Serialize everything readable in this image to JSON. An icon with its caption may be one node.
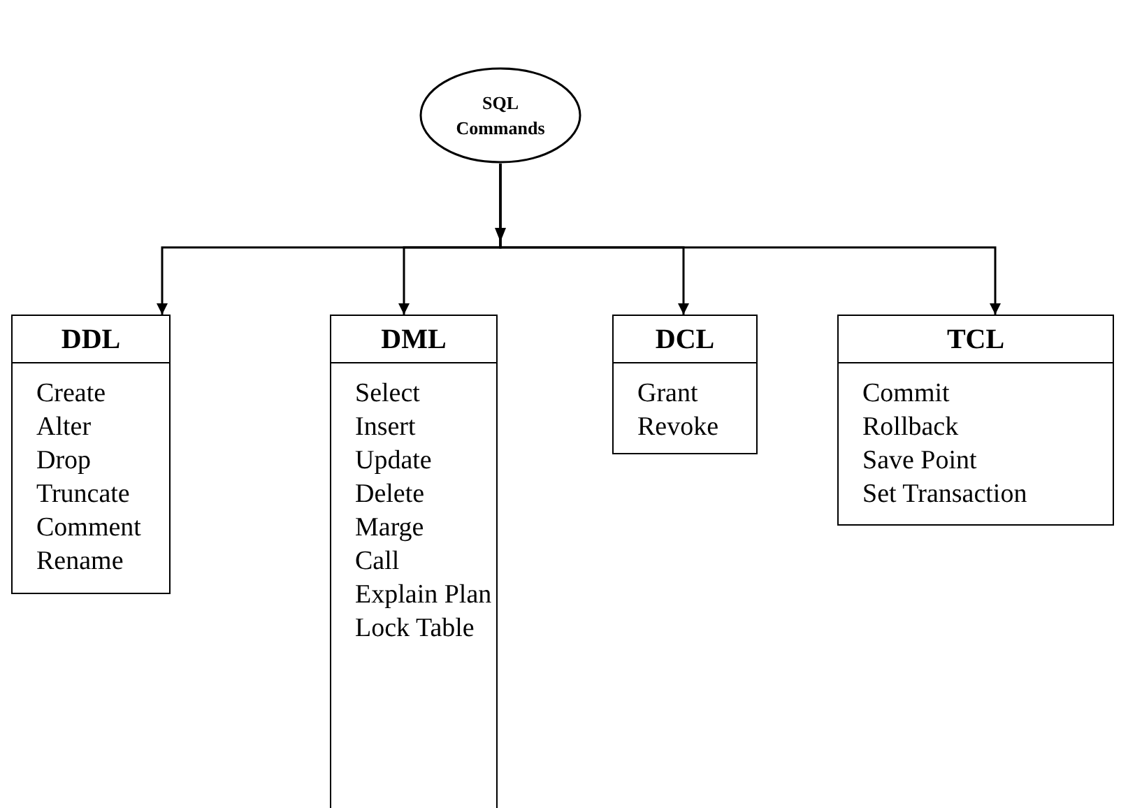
{
  "diagram": {
    "nodes": [
      {
        "text": [
          "SQL Commands"
        ]
      },
      {
        "text": [
          "DDL",
          "Create",
          "Alter",
          "Drop",
          "Truncate",
          "Comment",
          "Rename"
        ]
      },
      {
        "text": [
          "DML",
          "Select",
          "Insert",
          "Update",
          "Delete",
          "Marge",
          "Call",
          "Explain Plan",
          "Lock Table"
        ]
      },
      {
        "text": [
          "DCL",
          "Grant",
          "Revoke"
        ]
      },
      {
        "text": [
          "TCL",
          "Commit",
          "Rollback",
          "Save Point",
          "Set Transaction"
        ]
      }
    ],
    "edges": [
      {
        "from": 0,
        "to": 1,
        "arrow": "to"
      },
      {
        "from": 0,
        "to": 2,
        "arrow": "to"
      },
      {
        "from": 0,
        "to": 3,
        "arrow": "to"
      },
      {
        "from": 0,
        "to": 4,
        "arrow": "to"
      }
    ]
  }
}
